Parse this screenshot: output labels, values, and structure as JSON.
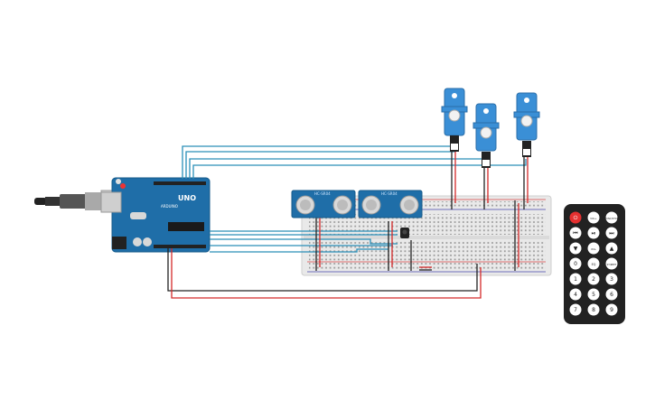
{
  "canvas": {
    "background": "#ffffff"
  },
  "arduino": {
    "board_label": "UNO",
    "brand_label": "ARDUINO",
    "color": "#1f6ea8"
  },
  "sensors": [
    {
      "name_label": "HC-SR04"
    },
    {
      "name_label": "HC-SR04"
    }
  ],
  "servos": [
    {
      "color": "#3a8fd6"
    },
    {
      "color": "#3a8fd6"
    },
    {
      "color": "#3a8fd6"
    }
  ],
  "wire_colors": {
    "signal": "#2a8fb8",
    "power": "#d42a2a",
    "ground": "#222222"
  },
  "remote": {
    "buttons": [
      "⏻",
      "VOL+",
      "FUNC/STOP",
      "⏮",
      "⏯",
      "⏭",
      "▼",
      "VOL-",
      "▲",
      "0",
      "EQ",
      "ST/REPT",
      "1",
      "2",
      "3",
      "4",
      "5",
      "6",
      "7",
      "8",
      "9"
    ],
    "power_color": "#e53030"
  }
}
